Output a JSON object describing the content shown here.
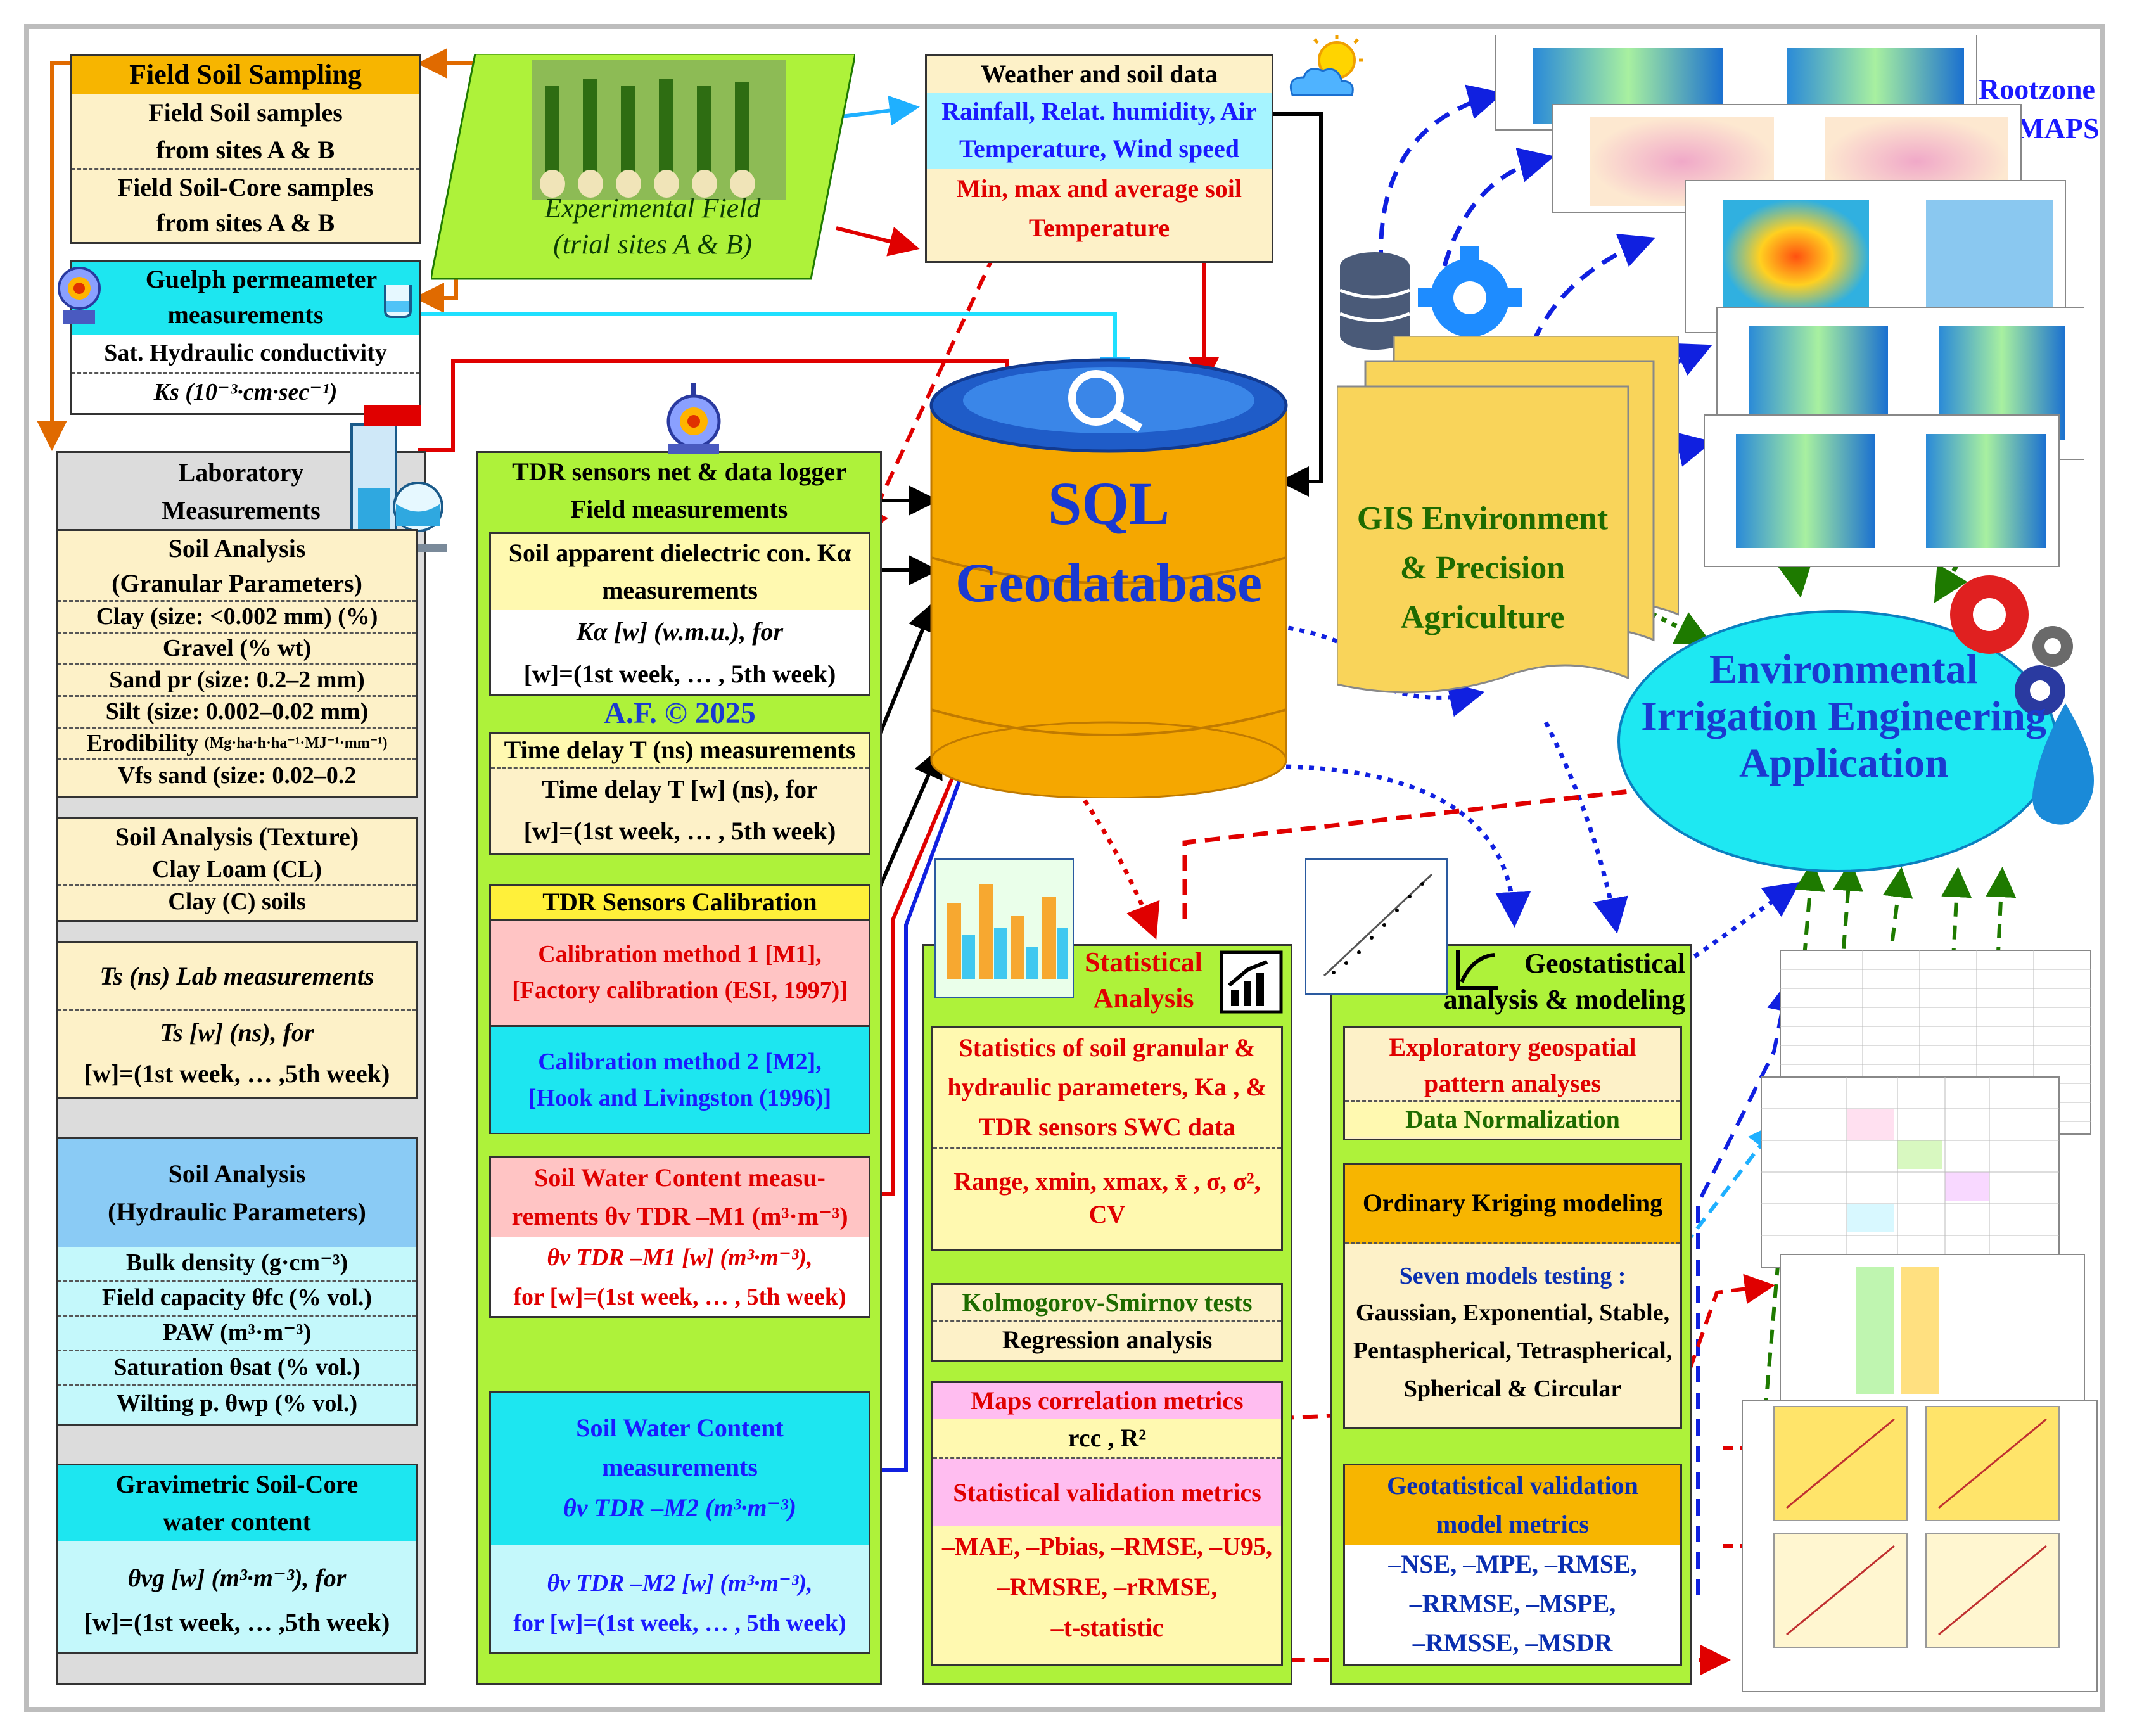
{
  "field_sampling": {
    "title": "Field Soil Sampling",
    "rows": [
      "Field Soil samples",
      "from sites A & B",
      "Field Soil-Core samples",
      "from sites A & B"
    ]
  },
  "guelph": {
    "title_line1": "Guelph permeameter",
    "title_line2": "measurements",
    "row1": "Sat. Hydraulic conductivity",
    "row2": "Ks  (10⁻³·cm·sec⁻¹)"
  },
  "experimental_field": {
    "line1": "Experimental  Field",
    "line2": "(trial  sites  A & B)"
  },
  "weather": {
    "title": "Weather and soil data",
    "line1": "Rainfall, Relat. humidity, Air",
    "line2": "Temperature, Wind speed",
    "line3": "Min, max and average soil",
    "line4": "Temperature"
  },
  "rootzone": {
    "line1": "Rootzone",
    "line2": "PA MAPS"
  },
  "lab": {
    "title_line1": "Laboratory",
    "title_line2": "Measurements",
    "granular_title1": "Soil Analysis",
    "granular_title2": "(Granular Parameters)",
    "granular_rows": [
      "Clay (size: <0.002 mm) (%)",
      "Gravel (% wt)",
      "Sand pr (size: 0.2–2 mm)",
      "Silt (size: 0.002–0.02 mm)",
      "Erodibility",
      "Vfs sand (size: 0.02–0.2"
    ],
    "erodibility_unit": "(Mg·ha·h·ha⁻¹·MJ⁻¹·mm⁻¹)",
    "texture_title": "Soil Analysis (Texture)",
    "texture_rows": [
      "Clay Loam (CL)",
      "Clay (C) soils"
    ],
    "ts_title": "Ts  (ns) Lab measurements",
    "ts_row1": "Ts [w]  (ns), for",
    "ts_row2": "[w]=(1st week, … ,5th week)",
    "hydraulic_title1": "Soil Analysis",
    "hydraulic_title2": "(Hydraulic Parameters)",
    "hydraulic_rows": [
      "Bulk density (g·cm⁻³)",
      "Field capacity θfc  (% vol.)",
      "PAW (m³·m⁻³)",
      "Saturation θsat  (% vol.)",
      "Wilting p. θwp  (% vol.)"
    ],
    "grav_title1": "Gravimetric Soil-Core",
    "grav_title2": "water content",
    "grav_row1": "θvg [w]  (m³·m⁻³), for",
    "grav_row2": "[w]=(1st week, … ,5th week)"
  },
  "tdr": {
    "title_line1": "TDR sensors net & data logger",
    "title_line2": "Field measurements",
    "ka_title1": "Soil apparent dielectric con. Kα",
    "ka_title2": "measurements",
    "ka_row1": "Kα [w]  (w.m.u.), for",
    "ka_row2": "[w]=(1st week, … , 5th week)",
    "copyright": "A.F. © 2025",
    "td_title": "Time delay T (ns) measurements",
    "td_row1": "Time delay T [w] (ns), for",
    "td_row2": "[w]=(1st week, … , 5th week)",
    "cal_title": "TDR Sensors Calibration",
    "m1_line1": "Calibration method 1 [M1],",
    "m1_line2": "[Factory calibration (ESI, 1997)]",
    "m2_line1": "Calibration method 2 [M2],",
    "m2_line2": "[Hook and Livingston (1996)]",
    "swc1_line1": "Soil Water Content measu-",
    "swc1_line2": "rements θv TDR –M1  (m³·m⁻³)",
    "swc1_row1": "θv TDR –M1 [w] (m³·m⁻³),",
    "swc1_row2": "for [w]=(1st week, … , 5th week)",
    "swc2_line1": "Soil Water Content",
    "swc2_line2": "measurements",
    "swc2_line3": "θv TDR –M2  (m³·m⁻³)",
    "swc2_row1": "θv TDR –M2 [w] (m³·m⁻³),",
    "swc2_row2": "for [w]=(1st week, … , 5th week)"
  },
  "sql": {
    "line1": "SQL",
    "line2": "Geodatabase"
  },
  "gis": {
    "line1": "GIS Environment",
    "line2": "& Precision",
    "line3": "Agriculture"
  },
  "env": {
    "line1": "Environmental",
    "line2": "Irrigation Engineering",
    "line3": "Application"
  },
  "stats": {
    "title1": "Statistical",
    "title2": "Analysis",
    "b1_line1": "Statistics of soil granular &",
    "b1_line2": "hydraulic parameters, Ka , &",
    "b1_line3": "TDR sensors SWC data",
    "b2": "Range, xmin, xmax, x̄ , σ, σ², CV",
    "ks": "Kolmogorov-Smirnov tests",
    "reg": "Regression  analysis",
    "maps": "Maps correlation metrics",
    "rcc": "rcc , R²",
    "val": "Statistical validation metrics",
    "metrics1": "–MAE, –Pbias, –RMSE, –U95,",
    "metrics2": "–RMSRE, –rRMSE,",
    "metrics3": "–t-statistic"
  },
  "geo": {
    "title1": "Geostatistical",
    "title2": "analysis & modeling",
    "expl1": "Exploratory geospatial",
    "expl2": "pattern analyses",
    "norm": "Data Normalization",
    "ok": "Ordinary Kriging modeling",
    "models_title": "Seven models testing :",
    "models1": "Gaussian, Exponential, Stable,",
    "models2": "Pentaspherical, Tetraspherical,",
    "models3": "Spherical & Circular",
    "val1": "Geotatistical validation",
    "val2": "model metrics",
    "m1": "–NSE,  –MPE,  –RMSE,",
    "m2": "–RRMSE,  –MSPE,",
    "m3": "–RMSSE,  –MSDR"
  },
  "colors": {
    "green_panel": "#aef23a",
    "cream": "#fdf1c8",
    "orange_header": "#f7b500",
    "cyan": "#1de6f0",
    "sql_gold": "#f5a700",
    "sql_blue": "#1f5cc8",
    "env_cyan": "#1ee8f2",
    "gis_yellow": "#f9d45a"
  }
}
